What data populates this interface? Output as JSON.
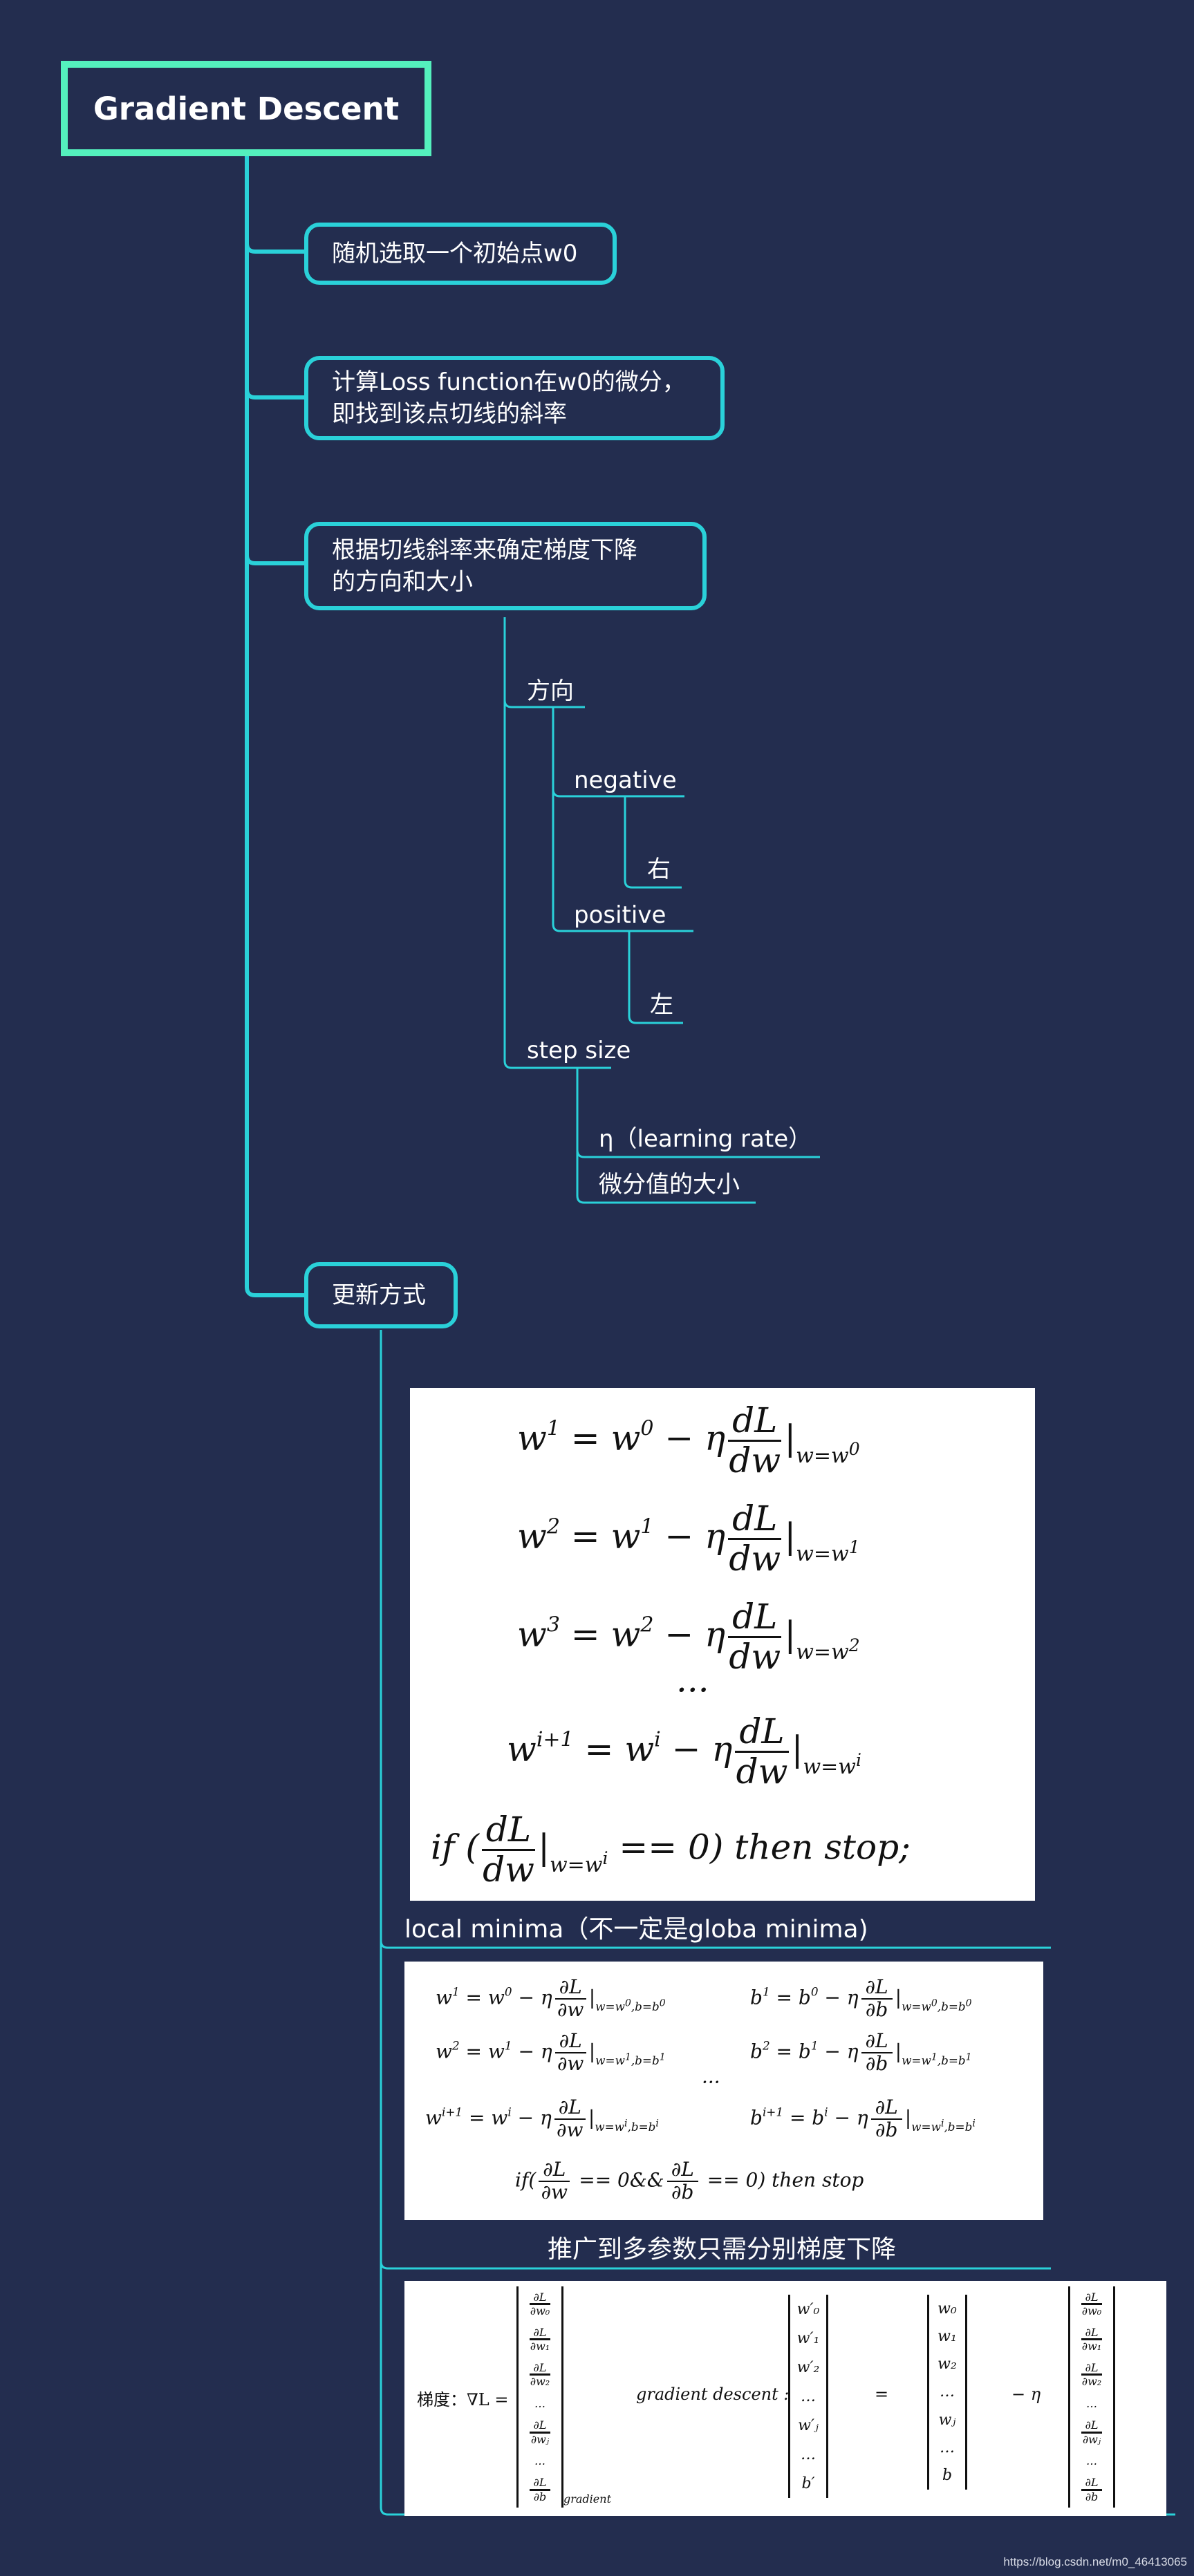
{
  "root": {
    "title": "Gradient Descent"
  },
  "level1": [
    {
      "label": "随机选取一个初始点w0"
    },
    {
      "label": "计算Loss function在w0的微分，\n即找到该点切线的斜率"
    },
    {
      "label": "根据切线斜率来确定梯度下降\n的方向和大小"
    },
    {
      "label": "更新方式"
    }
  ],
  "direction": {
    "label": "方向",
    "negative": {
      "label": "negative",
      "result": "右"
    },
    "positive": {
      "label": "positive",
      "result": "左"
    }
  },
  "step_size": {
    "label": "step size",
    "items": [
      "η（learning rate）",
      "微分值的大小"
    ]
  },
  "update": {
    "local_minima_note": "local minima（不一定是globa minima)",
    "multi_param_note": "推广到多参数只需分别梯度下降",
    "gradient_label": "梯度：∇L =",
    "gradient_descent_label": "gradient descent :"
  },
  "watermark": "https://blog.csdn.net/m0_46413065",
  "colors": {
    "background": "#232d4f",
    "root_border": "#54f0bd",
    "branch": "#2ad1d9"
  }
}
